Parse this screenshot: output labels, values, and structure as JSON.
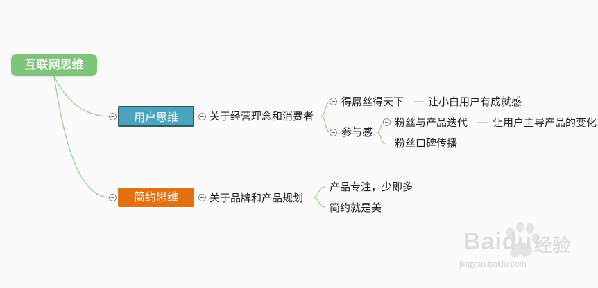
{
  "mindmap": {
    "root": {
      "label": "互联网思维"
    },
    "branches": [
      {
        "label": "用户思维",
        "color": "#4ba3bf",
        "child": {
          "label": "关于经营理念和消费者",
          "children": [
            {
              "label": "得屌丝得天下",
              "child": {
                "label": "让小白用户有成就感"
              }
            },
            {
              "label": "参与感",
              "children": [
                {
                  "label": "粉丝与产品迭代",
                  "child": {
                    "label": "让用户主导产品的变化"
                  }
                },
                {
                  "label": "粉丝口碑传播"
                }
              ]
            }
          ]
        }
      },
      {
        "label": "简约思维",
        "color": "#e37112",
        "child": {
          "label": "关于品牌和产品规划",
          "children": [
            {
              "label": "产品专注，少即多"
            },
            {
              "label": "简约就是美"
            }
          ]
        }
      }
    ]
  },
  "watermark": {
    "brand": "Baidu",
    "cn": "经验",
    "url": "jingyan.baidu.com"
  },
  "colors": {
    "connector": "#8fcf8c",
    "root": "#7ec47b"
  }
}
